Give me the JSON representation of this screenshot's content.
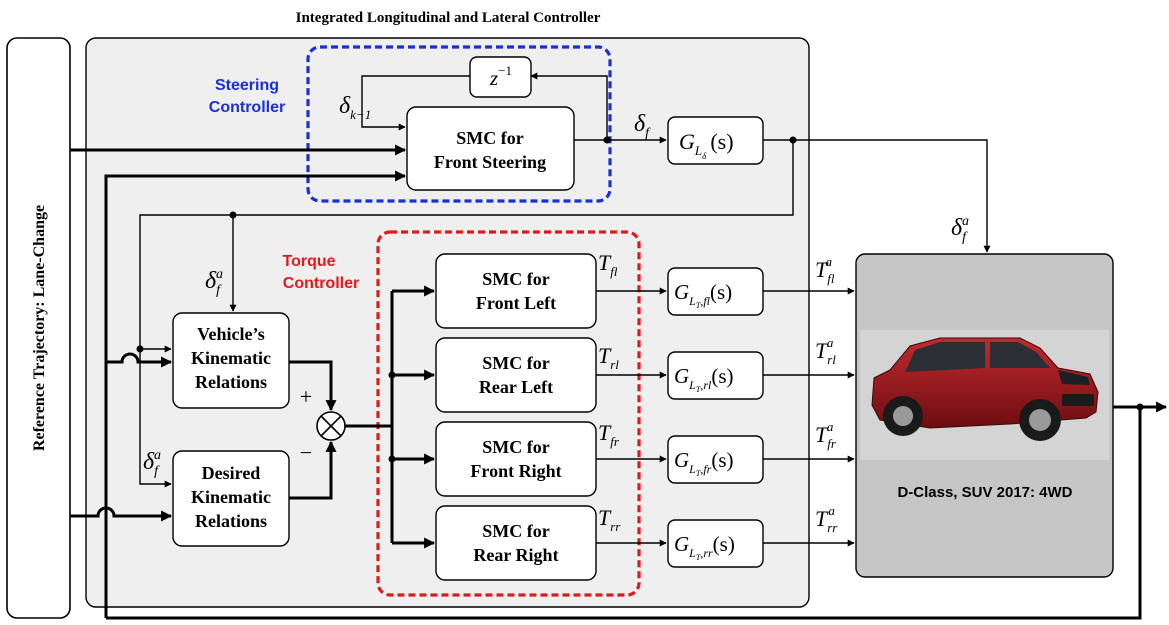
{
  "title": "Integrated Longitudinal and Lateral Controller",
  "reference_label": "Reference Trajectory: Lane-Change",
  "steering_controller": {
    "line1": "Steering",
    "line2": "Controller",
    "color": "#1a2fd6"
  },
  "torque_controller": {
    "line1": "Torque",
    "line2": "Controller",
    "color": "#e0191b"
  },
  "delay_block": {
    "base": "z",
    "exp": "−1"
  },
  "smc_front_steering": {
    "line1": "SMC for",
    "line2": "Front Steering"
  },
  "smc_blocks": [
    {
      "line1": "SMC for",
      "line2": "Front Left",
      "sub": "fl"
    },
    {
      "line1": "SMC for",
      "line2": "Rear Left",
      "sub": "rl"
    },
    {
      "line1": "SMC for",
      "line2": "Front Right",
      "sub": "fr"
    },
    {
      "line1": "SMC for",
      "line2": "Rear Right",
      "sub": "rr"
    }
  ],
  "kinematic_vehicle": {
    "line1": "Vehicle’s",
    "line2": "Kinematic",
    "line3": "Relations"
  },
  "kinematic_desired": {
    "line1": "Desired",
    "line2": "Kinematic",
    "line3": "Relations"
  },
  "signs": {
    "plus": "+",
    "minus": "−"
  },
  "symbols": {
    "delta": "δ",
    "delta_prev_sub": "k−1",
    "f_sub": "f",
    "a_sup": "a",
    "T": "T",
    "G": "G",
    "L": "L",
    "s_arg": "(s)",
    "comma": ","
  },
  "vehicle": {
    "label": "D-Class, SUV 2017: 4WD",
    "car_color": "#9e1418"
  },
  "accent_red": "#e0191b",
  "accent_blue": "#1a2fd6"
}
